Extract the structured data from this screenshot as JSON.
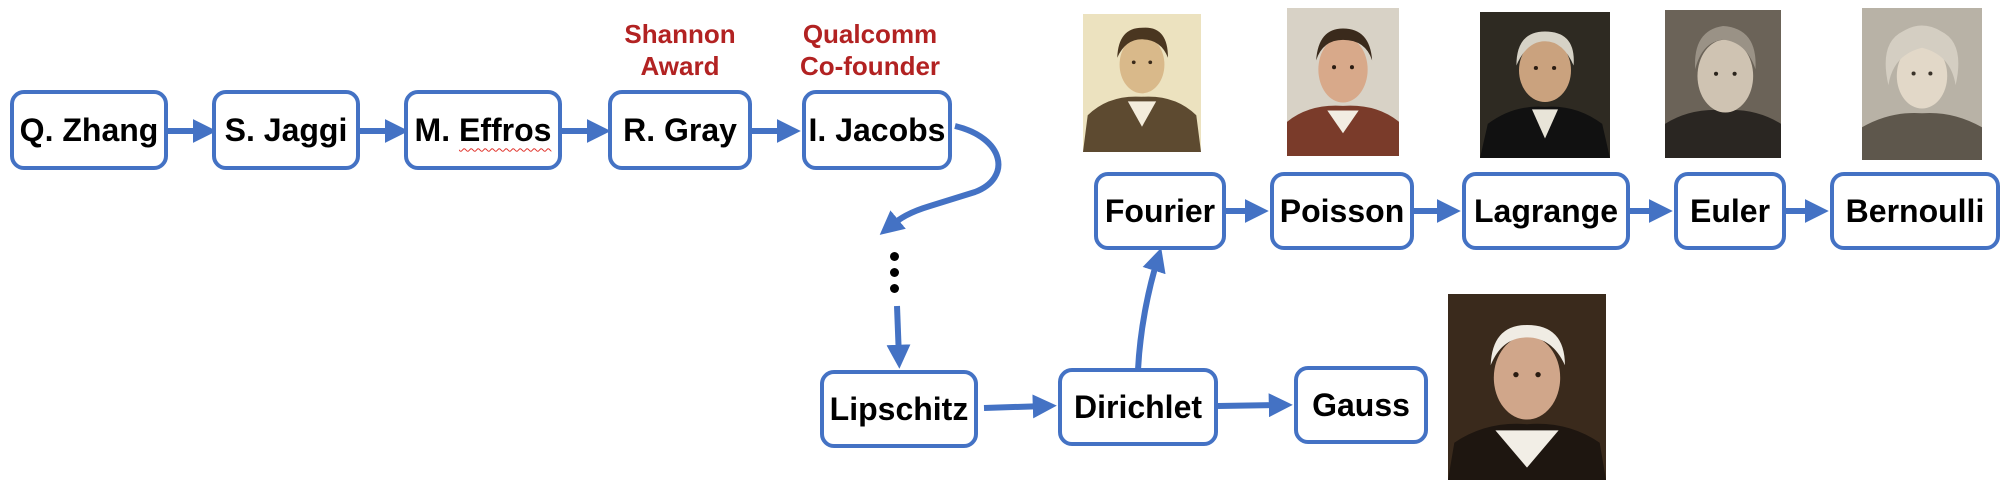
{
  "nodes": {
    "zhang": "Q. Zhang",
    "jaggi": "S. Jaggi",
    "effros_pre": "M. ",
    "effros_main": "Effros",
    "gray": "R. Gray",
    "jacobs": "I. Jacobs",
    "lipschitz": "Lipschitz",
    "dirichlet": "Dirichlet",
    "gauss": "Gauss",
    "fourier": "Fourier",
    "poisson": "Poisson",
    "lagrange": "Lagrange",
    "euler": "Euler",
    "bernoulli": "Bernoulli"
  },
  "annotations": {
    "gray": [
      "Shannon",
      "Award"
    ],
    "jacobs": [
      "Qualcomm",
      "Co-founder"
    ]
  },
  "portraits": [
    "fourier",
    "poisson",
    "lagrange",
    "euler",
    "bernoulli",
    "gauss"
  ],
  "colors": {
    "box_border": "#4472c4",
    "arrow": "#4472c4",
    "annotation": "#b22222",
    "text": "#000000"
  }
}
